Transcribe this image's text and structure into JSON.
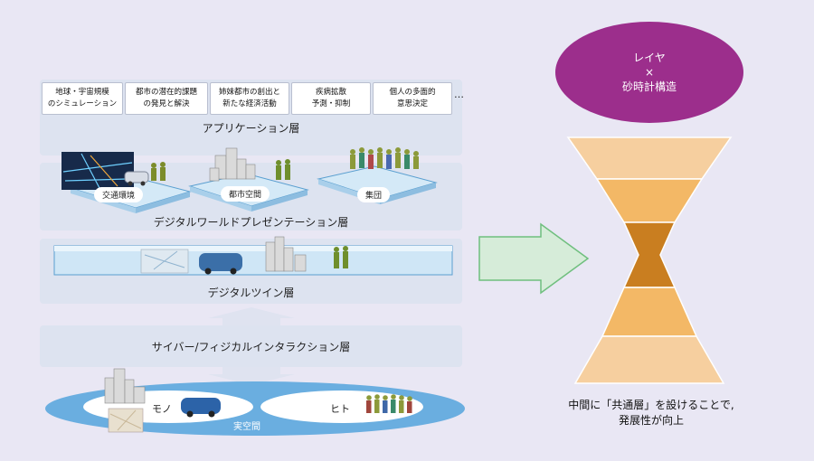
{
  "application_layer": {
    "label": "アプリケーション層",
    "apps": [
      {
        "line1": "地球・宇宙規模",
        "line2": "のシミュレーション"
      },
      {
        "line1": "都市の潜在的課題",
        "line2": "の発見と解決"
      },
      {
        "line1": "姉妹都市の創出と",
        "line2": "新たな経済活動"
      },
      {
        "line1": "疾病拡散",
        "line2": "予測・抑制"
      },
      {
        "line1": "個人の多面的",
        "line2": "意思決定"
      }
    ],
    "ellipsis": "…"
  },
  "presentation_layer": {
    "label": "デジタルワールドプレゼンテーション層",
    "platforms": [
      "交通環境",
      "都市空間",
      "集団"
    ]
  },
  "twin_layer": {
    "label": "デジタルツイン層"
  },
  "interaction_layer": {
    "label": "サイバー/フィジカルインタラクション層"
  },
  "real_space": {
    "label": "実空間",
    "mono": "モノ",
    "hito": "ヒト"
  },
  "hourglass": {
    "title_line1": "レイヤ",
    "title_line2": "×",
    "title_line3": "砂時計構造"
  },
  "caption": {
    "line1": "中間に「共通層」を設けることで,",
    "line2": "発展性が向上"
  },
  "colors": {
    "purple": "#9c2e8c",
    "band": "#dde3f0",
    "sky": "#6aaee0",
    "arrow_fill": "#d6ecd9",
    "arrow_stroke": "#6fbf7e",
    "hourglass": [
      "#f6cf9f",
      "#f3b866",
      "#c97e20",
      "#f3b866",
      "#f6cf9f"
    ]
  }
}
